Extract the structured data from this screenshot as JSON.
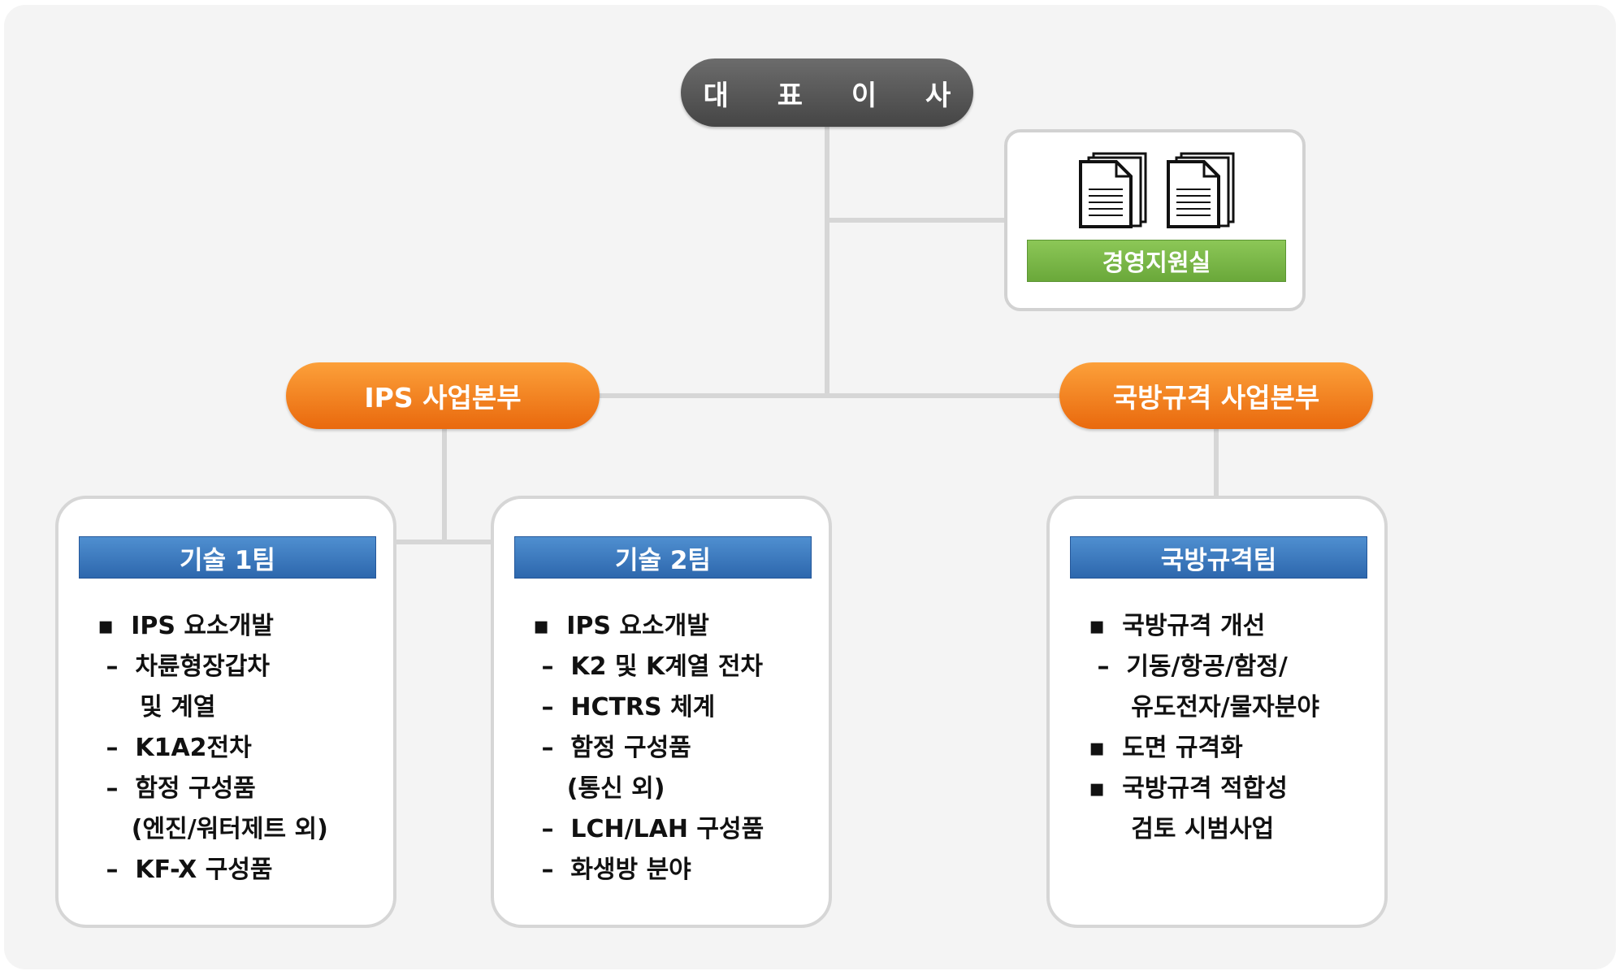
{
  "ceo": {
    "label": "대 표 이 사"
  },
  "support": {
    "label": "경영지원실",
    "icons": [
      "document-stack-icon",
      "document-stack-icon"
    ]
  },
  "divisions": {
    "ips": {
      "label": "IPS 사업본부"
    },
    "defense": {
      "label": "국방규격 사업본부"
    }
  },
  "teams": [
    {
      "name": "기술 1팀",
      "lines": [
        "▪  IPS 요소개발",
        " –  차륜형장갑차",
        "     및 계열",
        " –  K1A2전차",
        " –  함정 구성품",
        "    (엔진/워터제트 외)",
        " –  KF-X 구성품"
      ]
    },
    {
      "name": "기술 2팀",
      "lines": [
        "▪  IPS 요소개발",
        " –  K2 및 K계열 전차",
        " –  HCTRS 체계",
        " –  함정 구성품",
        "    (통신 외)",
        " –  LCH/LAH 구성품",
        " –  화생방 분야"
      ]
    },
    {
      "name": "국방규격팀",
      "lines": [
        "▪  국방규격 개선",
        " –  기동/항공/함정/",
        "     유도전자/물자분야",
        "▪  도면 규격화",
        "▪  국방규격 적합성",
        "     검토 시범사업"
      ]
    }
  ],
  "colors": {
    "ceo": "#555555",
    "support_label": "#7ab648",
    "division": "#f5821f",
    "team_header": "#3a78bd",
    "connector": "#d6d6d6"
  }
}
